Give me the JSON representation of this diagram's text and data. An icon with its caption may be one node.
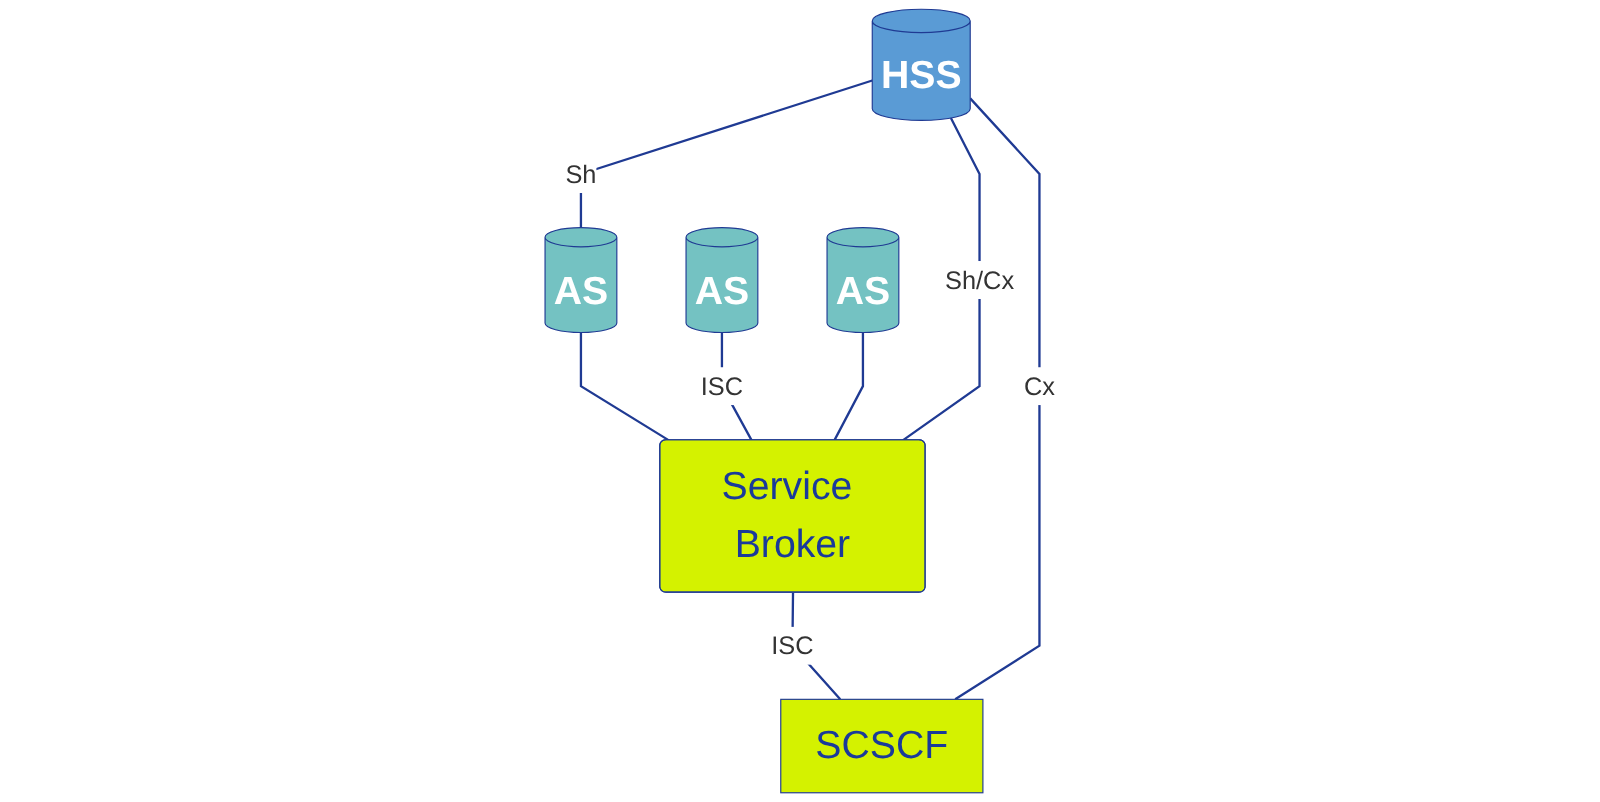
{
  "diagram": {
    "nodes": [
      {
        "text": [
          "AS"
        ]
      },
      {
        "text": [
          "AS"
        ]
      },
      {
        "text": [
          "AS"
        ]
      },
      {
        "text": [
          "HSS"
        ]
      },
      {
        "text": [
          "Service Broker"
        ]
      },
      {
        "text": [
          "SCSCF"
        ]
      }
    ],
    "edges": [
      {
        "from": 3,
        "to": 0,
        "arrow": "none",
        "label": "Sh"
      },
      {
        "from": 0,
        "to": 4,
        "arrow": "none"
      },
      {
        "from": 1,
        "to": 4,
        "arrow": "none",
        "label": "ISC"
      },
      {
        "from": 2,
        "to": 4,
        "arrow": "none"
      },
      {
        "from": 3,
        "to": 4,
        "arrow": "none",
        "label": "Sh/Cx"
      },
      {
        "from": 4,
        "to": 5,
        "arrow": "none",
        "label": "ISC"
      },
      {
        "from": 3,
        "to": 5,
        "arrow": "none",
        "label": "Cx"
      }
    ]
  }
}
